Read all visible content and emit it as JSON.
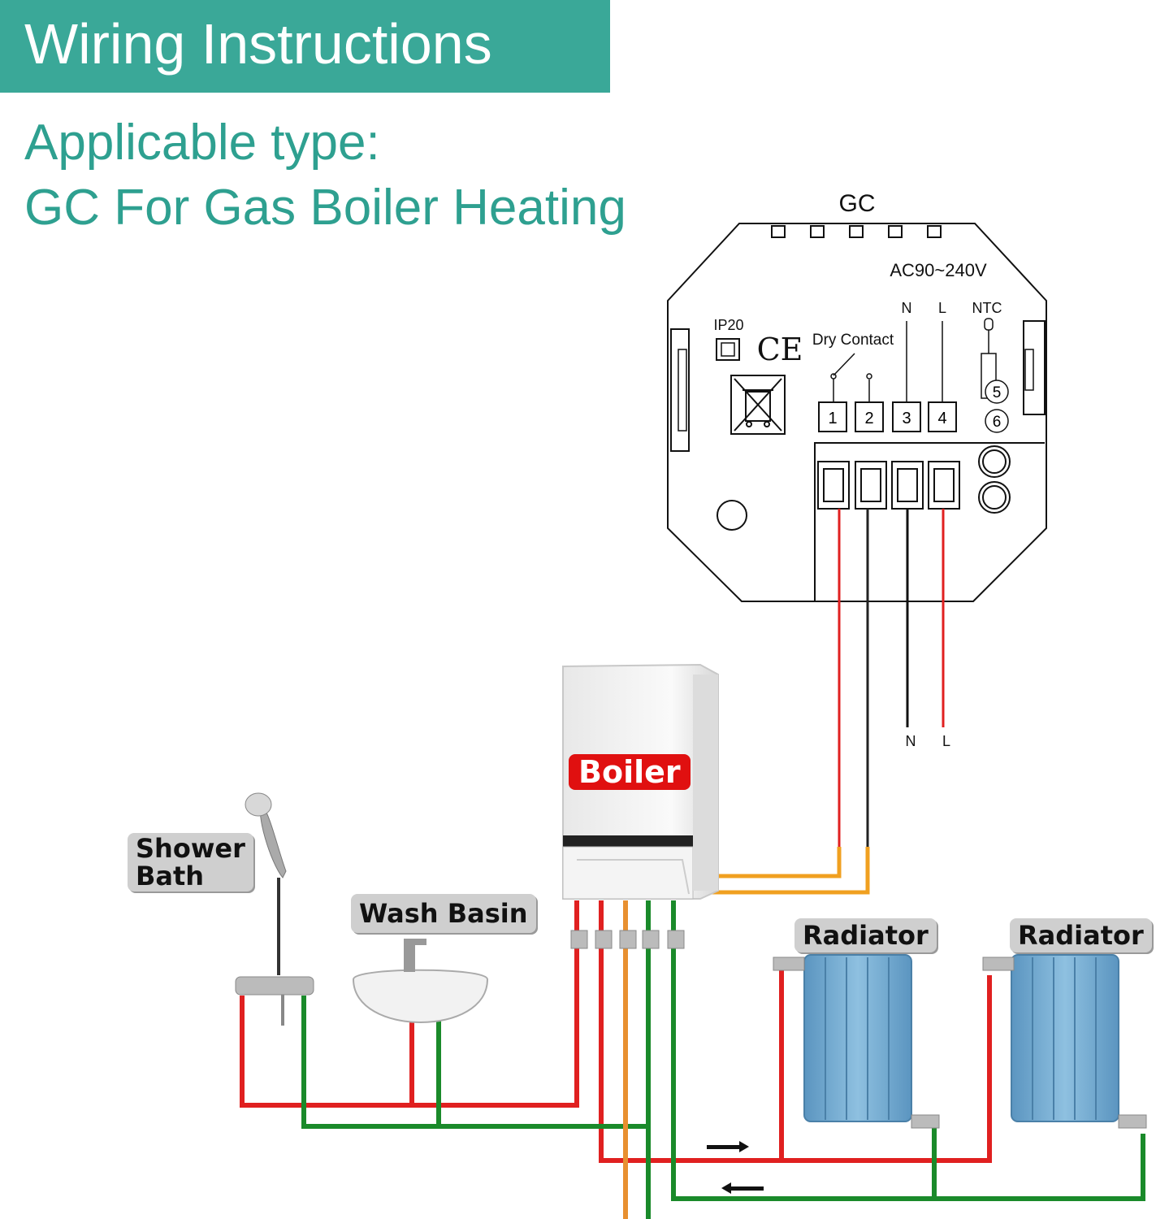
{
  "header": {
    "title": "Wiring Instructions",
    "subtitle_line1": "Applicable type:",
    "subtitle_line2": "GC For Gas Boiler Heating"
  },
  "thermostat": {
    "model": "GC",
    "voltage": "AC90~240V",
    "ip_rating": "IP20",
    "ce_mark": "CE",
    "dry_contact_label": "Dry Contact",
    "n_label": "N",
    "l_label": "L",
    "ntc_label": "NTC",
    "terminals": [
      "1",
      "2",
      "3",
      "4"
    ],
    "ntc_terminals": [
      "5",
      "6"
    ]
  },
  "wires": {
    "n_label": "N",
    "l_label": "L"
  },
  "labels": {
    "boiler": "Boiler",
    "shower_line1": "Shower",
    "shower_line2": "Bath",
    "wash_basin": "Wash Basin",
    "radiator1": "Radiator",
    "radiator2": "Radiator"
  },
  "colors": {
    "banner": "#3aa898",
    "subtitle": "#2ea090",
    "hot_pipe": "#e02020",
    "cold_pipe": "#1a8a2a",
    "gas_pipe": "#e89030",
    "control_wire": "#f0a020",
    "radiator": "#6fa8d0",
    "boiler_tag": "#e01010"
  }
}
